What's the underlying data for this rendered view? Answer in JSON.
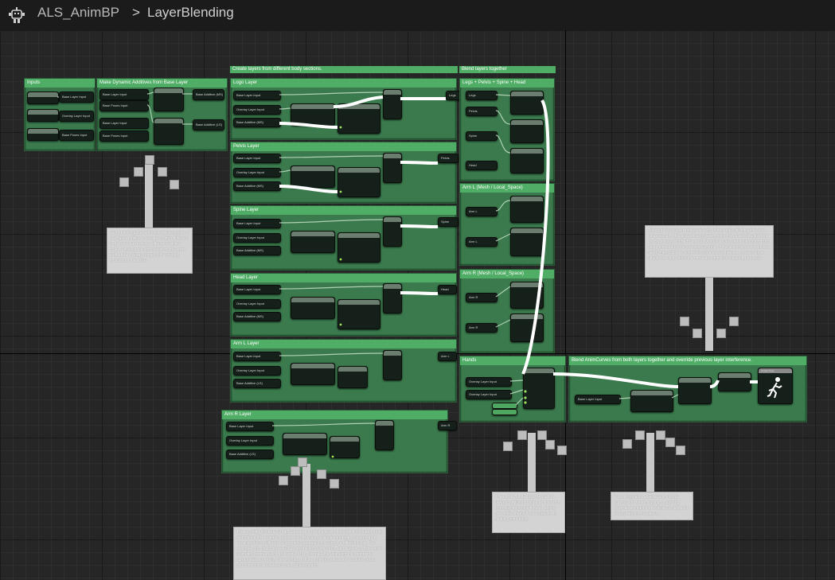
{
  "title": {
    "blueprint": "ALS_AnimBP",
    "separator": ">",
    "graph": "LayerBlending",
    "icon": "blueprint-robot-icon"
  },
  "comments": {
    "inputs": "Inputs",
    "make_additives": "Make Dynamic Additives from Base Layer",
    "create_layers": "Create layers from different body sections.",
    "blend_layers": "Blend layers together",
    "logo_layer": "Logo Layer",
    "pelvis_layer": "Pelvis Layer",
    "spine_layer": "Spine Layer",
    "head_layer": "Head Layer",
    "arm_l_layer": "Arm L Layer",
    "arm_r_layer": "Arm R Layer",
    "legs_pelvis_spine_head": "Legs + Pelvis + Spine + Head",
    "arm_l_mesh": "Arm L (Mesh / Local_Space)",
    "arm_r_mesh": "Arm R (Mesh / Local_Space)",
    "hands": "Hands",
    "blend_curves": "Blend AnimCurves from both layers together and override previous layer interference."
  },
  "nodes": {
    "base_layer_input": "Base Layer Input",
    "overlay_layer_input": "Overlay Layer Input",
    "base_poses_input": "Base Poses Input",
    "base_additive_ms": "Base Additive (MS)",
    "base_additive_ls": "Base Additive (LS)",
    "legs": "Legs",
    "pelvis": "Pelvis",
    "spine": "Spine",
    "head": "Head",
    "arm_l": "Arm L",
    "arm_r": "Arm R",
    "output_pose": "Output Pose"
  },
  "notes": {
    "additive": "Get a mesh space and local space version of the Base Additive is created so that different body parts can receive different additive types. Local space works best on the arms so that the overlay respects the rotation induced by the spine.",
    "layering": "The Layering Override Group Gates are a great place to play additional upper body animations (like reloads, equips, etc). By using a single montage, you can apply the animation to different body parts separately by using the different slots. For example, you could play a reload animation on the arms, and play an additive alert animation on the pelvis and spine. This will make the animation blend into the current state correctly. The montage will be properly read as the 'Curves' set so you can control how the curves get blended in.",
    "hands": "The extra 'Hands' layer is used to prevent additive rotation on the arms from playing on the fingers, and to give object items if the character is holding something.",
    "right_top": "Although these layer nodes have no bones, they still influence the curve values. This allows the system to take the values directly from the Base Layer in the Base and Overlay Layer, preventing them from being affected by the previous layering. If this is not done, it would be nearly impossible to control how the curves behave, as each layer affects how they drive the curve amounts in the layering process.",
    "blend_curves_note": "Play a normal or additive anim in the 'Curves' slot when playing a Layering Override animation to override or influence the layering curve values."
  },
  "colors": {
    "canvas": "#262626",
    "comment_body": "#3a7a4c",
    "comment_header": "#4fad66",
    "node_body": "#15201a",
    "wire_exec": "#ffffff",
    "pin_green": "#9ee05a"
  }
}
